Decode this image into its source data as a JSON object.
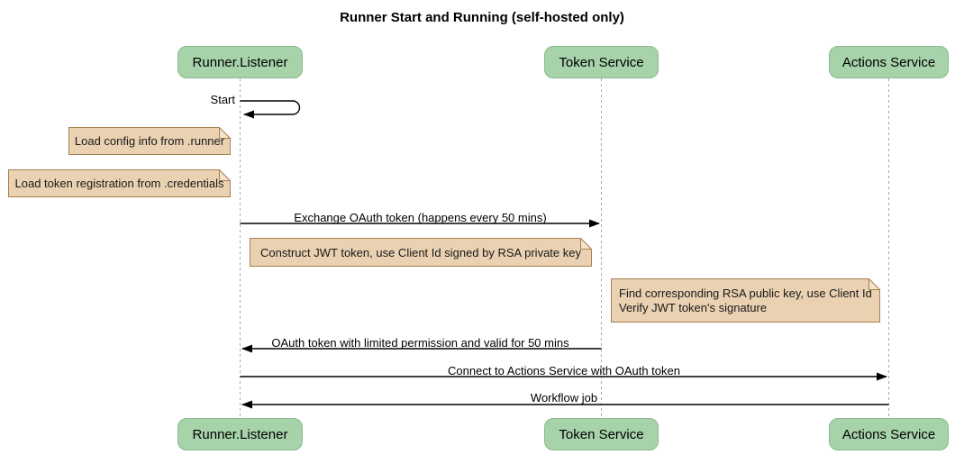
{
  "title": "Runner Start and Running (self-hosted only)",
  "participants": [
    {
      "name": "Runner.Listener"
    },
    {
      "name": "Token Service"
    },
    {
      "name": "Actions Service"
    }
  ],
  "messages": {
    "start": "Start",
    "exchange": "Exchange OAuth token (happens every 50 mins)",
    "oauth_return": "OAuth token with limited permission and valid for 50 mins",
    "connect": "Connect to Actions Service with OAuth token",
    "workflow": "Workflow job"
  },
  "notes": {
    "load_config": "Load config info from .runner",
    "load_credentials": "Load token registration from .credentials",
    "construct_jwt": "Construct JWT token, use Client Id signed by RSA private key",
    "find_rsa_line1": "Find corresponding RSA public key, use Client Id",
    "find_rsa_line2": "Verify JWT token's signature"
  },
  "colors": {
    "participant_fill": "#a7d3aa",
    "participant_border": "#8cba90",
    "note_fill": "#e9d1b1",
    "note_border": "#a97e51",
    "note_fold": "#f2e4cd",
    "lifeline": "#aaaaaa",
    "arrow": "#000000",
    "text": "#000000"
  }
}
